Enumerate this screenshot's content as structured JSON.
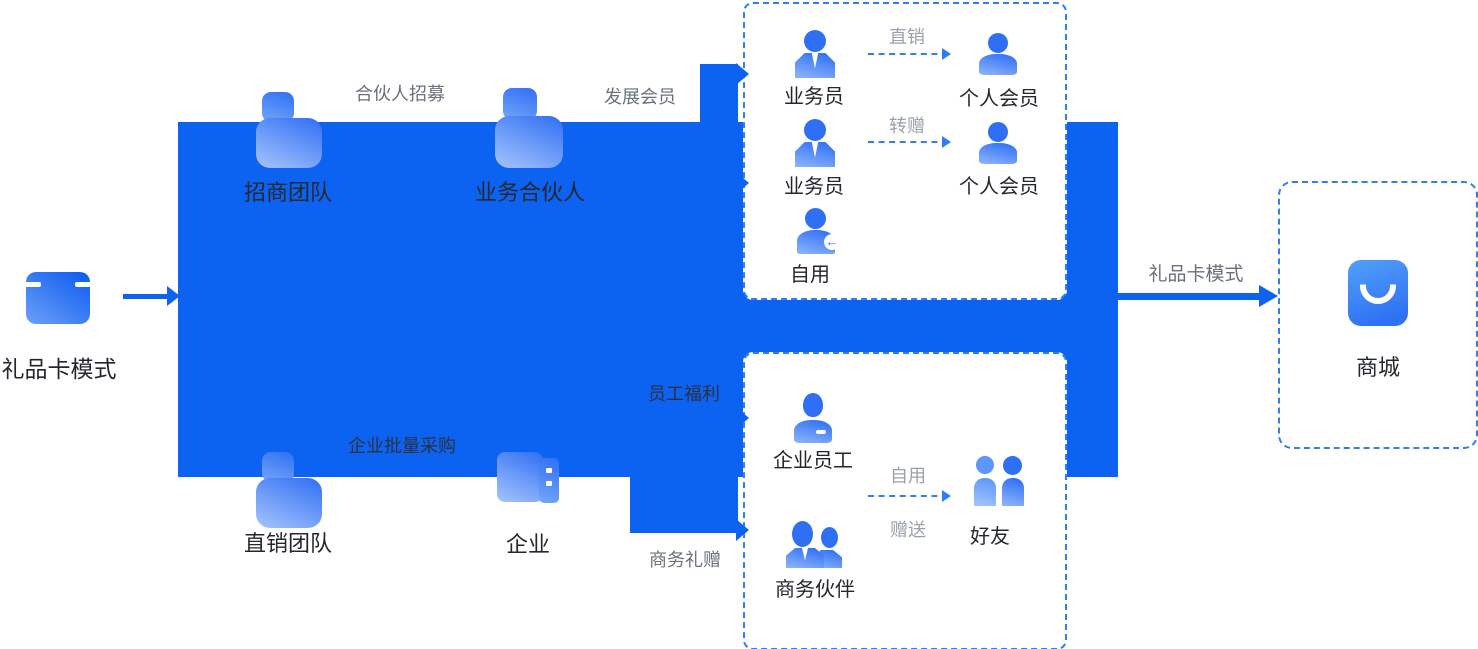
{
  "palette": {
    "flow_blue": "#0c63f2",
    "dashed_blue": "#2f7ef6",
    "label_dark": "#23272e",
    "label_grey": "#9aa1ac"
  },
  "left_node": {
    "label": "礼品卡模式"
  },
  "main_flow": {
    "merchant_team_label": "招商团队",
    "partner_recruit_label": "合伙人招募",
    "business_partner_label": "业务合伙人",
    "develop_member_label": "发展会员",
    "direct_team_label": "直销团队",
    "bulk_purchase_label": "企业批量采购",
    "enterprise_label": "企业",
    "employee_welfare_label": "员工福利",
    "business_gift_label": "商务礼赠",
    "gift_mode_label": "礼品卡模式"
  },
  "member_box": {
    "rows": [
      {
        "from": "业务员",
        "arrow": "直销",
        "to": "个人会员"
      },
      {
        "from": "业务员",
        "arrow": "转赠",
        "to": "个人会员"
      },
      {
        "from": "自用"
      }
    ]
  },
  "enterprise_box": {
    "employee": "企业员工",
    "partner": "商务伙伴",
    "arrow_top": "自用",
    "arrow_bottom": "赠送",
    "to": "好友"
  },
  "mall_node": {
    "label": "商城"
  }
}
